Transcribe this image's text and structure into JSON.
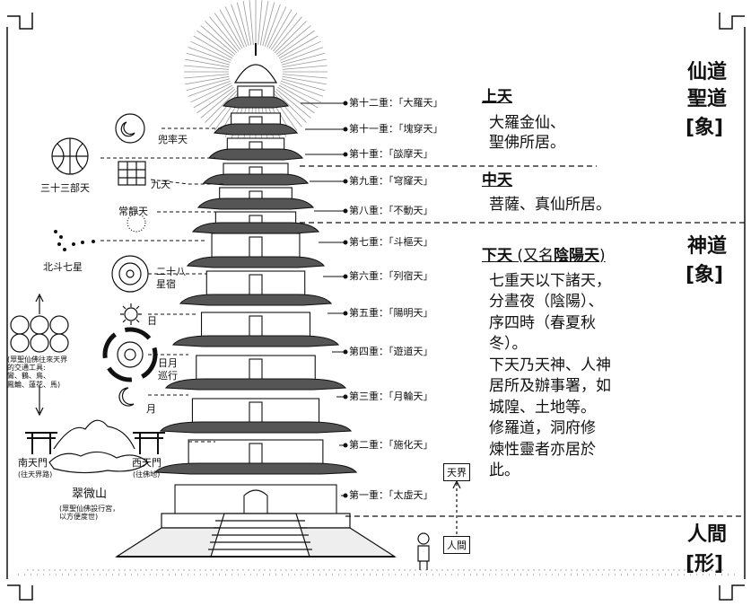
{
  "levels": [
    "第十二重：「大羅天」",
    "第十一重：「塊穿天」",
    "第十重：「燄摩天」",
    "第九重：「穹窿天」",
    "第八重：「不動天」",
    "第七重：「斗樞天」",
    "第六重：「列宿天」",
    "第五重：「陽明天」",
    "第四重：「遊道天」",
    "第三重：「月輪天」",
    "第二重：「施化天」",
    "第一重：「太虛天」"
  ],
  "left_labels": {
    "doushuai": "兜率天",
    "sanshisan": "三十三部天",
    "jiutian": "九天",
    "changjing": "常靜天",
    "beidou": "北斗七星",
    "ershiba": "二十八\n星宿",
    "ri": "日",
    "riyue": "日月\n巡行",
    "yue": "月",
    "transport": "(眾聖仙佛往來天界\n的交通工具:\n鸞、鶴、鳥、\n鳳輪、蓮花、馬)",
    "nantianmen": "南天門",
    "nantianmen_sub": "(往天界路)",
    "xitianmen": "西天門",
    "xitianmen_sub": "(往佛地)",
    "cuiweishan": "翠微山",
    "cuiweishan_sub": "(眾聖仙佛設行宮，\n以方便度世)"
  },
  "boxes": {
    "tianjie": "天界",
    "renjian": "人間"
  },
  "right": {
    "xiandao": "仙道",
    "shengdao": "聖道",
    "xiang1": "[象]",
    "shendao": "神道",
    "xiang2": "[象]",
    "renjian": "人間",
    "xing": "[形]",
    "shangtian": "上天",
    "shangtian_body": "大羅金仙、\n聖佛所居。",
    "zhongtian": "中天",
    "zhongtian_body": "菩薩、真仙所居。",
    "xiatian": "下天",
    "xiatian_alt_prefix": "(又名",
    "xiatian_alt": "陰陽天",
    "xiatian_alt_suffix": ")",
    "xiatian_body": "七重天以下諸天，\n分晝夜（陰陽）、\n序四時（春夏秋\n冬）。\n下天乃天神、人神\n居所及辦事署，如\n城隍、土地等。\n修羅道，洞府修\n煉性靈者亦居於\n此。"
  },
  "colors": {
    "ink": "#111111",
    "paper": "#ffffff"
  }
}
